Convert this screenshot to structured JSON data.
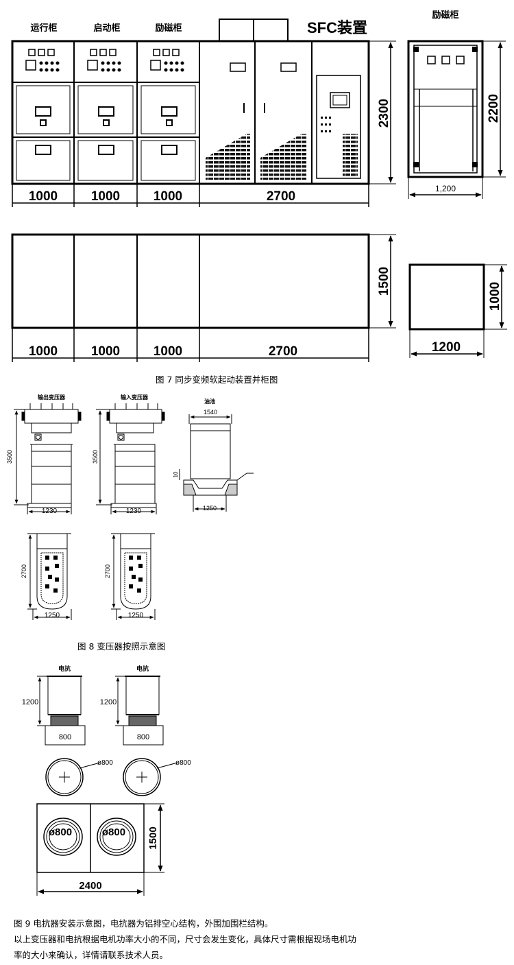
{
  "figure7": {
    "cabinet_labels": [
      "运行柜",
      "启动柜",
      "励磁柜"
    ],
    "sfc_label": "SFC装置",
    "side_cabinet_label": "励磁柜",
    "front_widths": [
      "1000",
      "1000",
      "1000",
      "2700"
    ],
    "front_height": "2300",
    "side_width": "1,200",
    "side_height": "2200",
    "base_widths": [
      "1000",
      "1000",
      "1000",
      "2700"
    ],
    "base_depth": "1500",
    "side_base_width": "1200",
    "side_base_height": "1000",
    "caption": "图 7          同步变频软起动装置并柜图"
  },
  "figure8": {
    "transformer_labels": [
      "输出变压器",
      "输入变压器"
    ],
    "pit_label": "油池",
    "height": "3500",
    "width": "1230",
    "pit_width_top": "1540",
    "pit_width_bottom": "1250",
    "pit_depth": "10",
    "plan_depth": "2700",
    "plan_width": "1250",
    "caption": "图 8    变压器按照示意图"
  },
  "figure9": {
    "reactor_labels": [
      "电抗",
      "电抗"
    ],
    "reactor_height": "1200",
    "reactor_width": "800",
    "diameter_label": "ø800",
    "base_depth": "1500",
    "base_width": "2400",
    "caption": "图 9    电抗器安装示意图，电抗器为铝排空心结构，外围加围栏结构。",
    "note_line1": "以上变压器和电抗根据电机功率大小的不同，尺寸会发生变化，具体尺寸需根据现场电机功",
    "note_line2": "率的大小来确认，详情请联系技术人员。"
  }
}
